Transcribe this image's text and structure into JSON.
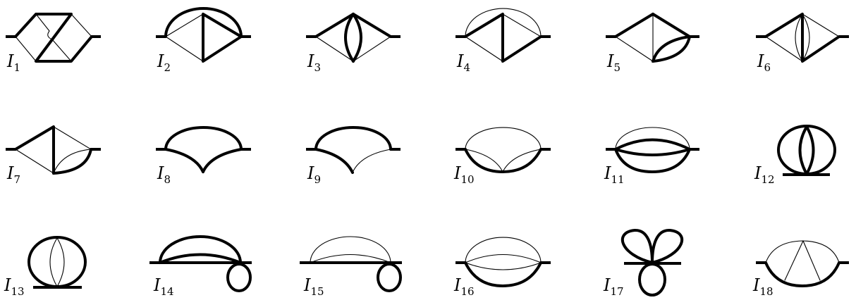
{
  "diagrams": [
    {
      "letter": "I",
      "index": "1"
    },
    {
      "letter": "I",
      "index": "2"
    },
    {
      "letter": "I",
      "index": "3"
    },
    {
      "letter": "I",
      "index": "4"
    },
    {
      "letter": "I",
      "index": "5"
    },
    {
      "letter": "I",
      "index": "6"
    },
    {
      "letter": "I",
      "index": "7"
    },
    {
      "letter": "I",
      "index": "8"
    },
    {
      "letter": "I",
      "index": "9"
    },
    {
      "letter": "I",
      "index": "10"
    },
    {
      "letter": "I",
      "index": "11"
    },
    {
      "letter": "I",
      "index": "12"
    },
    {
      "letter": "I",
      "index": "13"
    },
    {
      "letter": "I",
      "index": "14"
    },
    {
      "letter": "I",
      "index": "15"
    },
    {
      "letter": "I",
      "index": "16"
    },
    {
      "letter": "I",
      "index": "17"
    },
    {
      "letter": "I",
      "index": "18"
    }
  ]
}
